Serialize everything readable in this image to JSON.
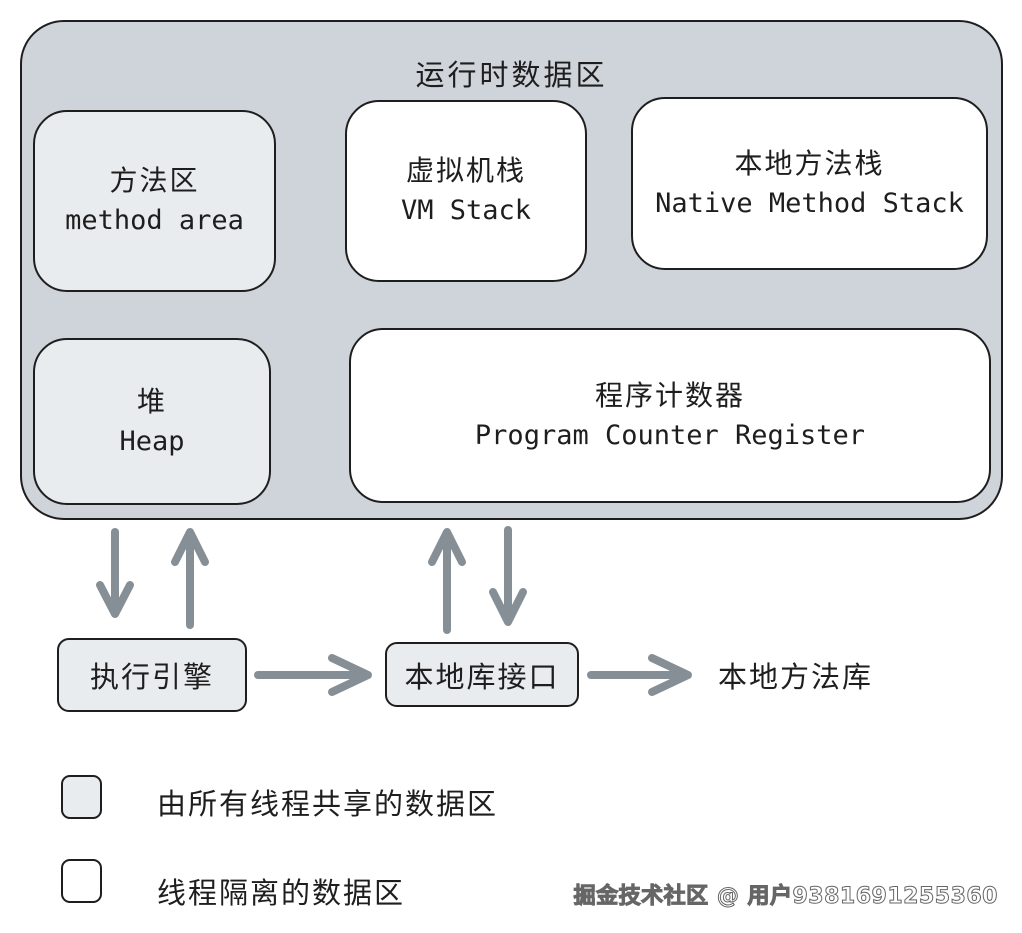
{
  "runtime_area": {
    "title": "运行时数据区"
  },
  "boxes": {
    "method_area": {
      "cn": "方法区",
      "en": "method area"
    },
    "vm_stack": {
      "cn": "虚拟机栈",
      "en": "VM Stack"
    },
    "native_stack": {
      "cn": "本地方法栈",
      "en": "Native Method Stack"
    },
    "heap": {
      "cn": "堆",
      "en": "Heap"
    },
    "pc_register": {
      "cn": "程序计数器",
      "en": "Program Counter Register"
    }
  },
  "flow": {
    "engine": "执行引擎",
    "native_interface": "本地库接口",
    "native_library": "本地方法库"
  },
  "legend": {
    "shared": "由所有线程共享的数据区",
    "isolated": "线程隔离的数据区"
  },
  "watermark": "掘金技术社区 @ 用户9381691255360",
  "colors": {
    "outer_fill": "#ced4da",
    "shared_fill": "#e9ecef",
    "isolated_fill": "#ffffff",
    "arrow": "#868e96",
    "stroke": "#1e1e1e"
  }
}
